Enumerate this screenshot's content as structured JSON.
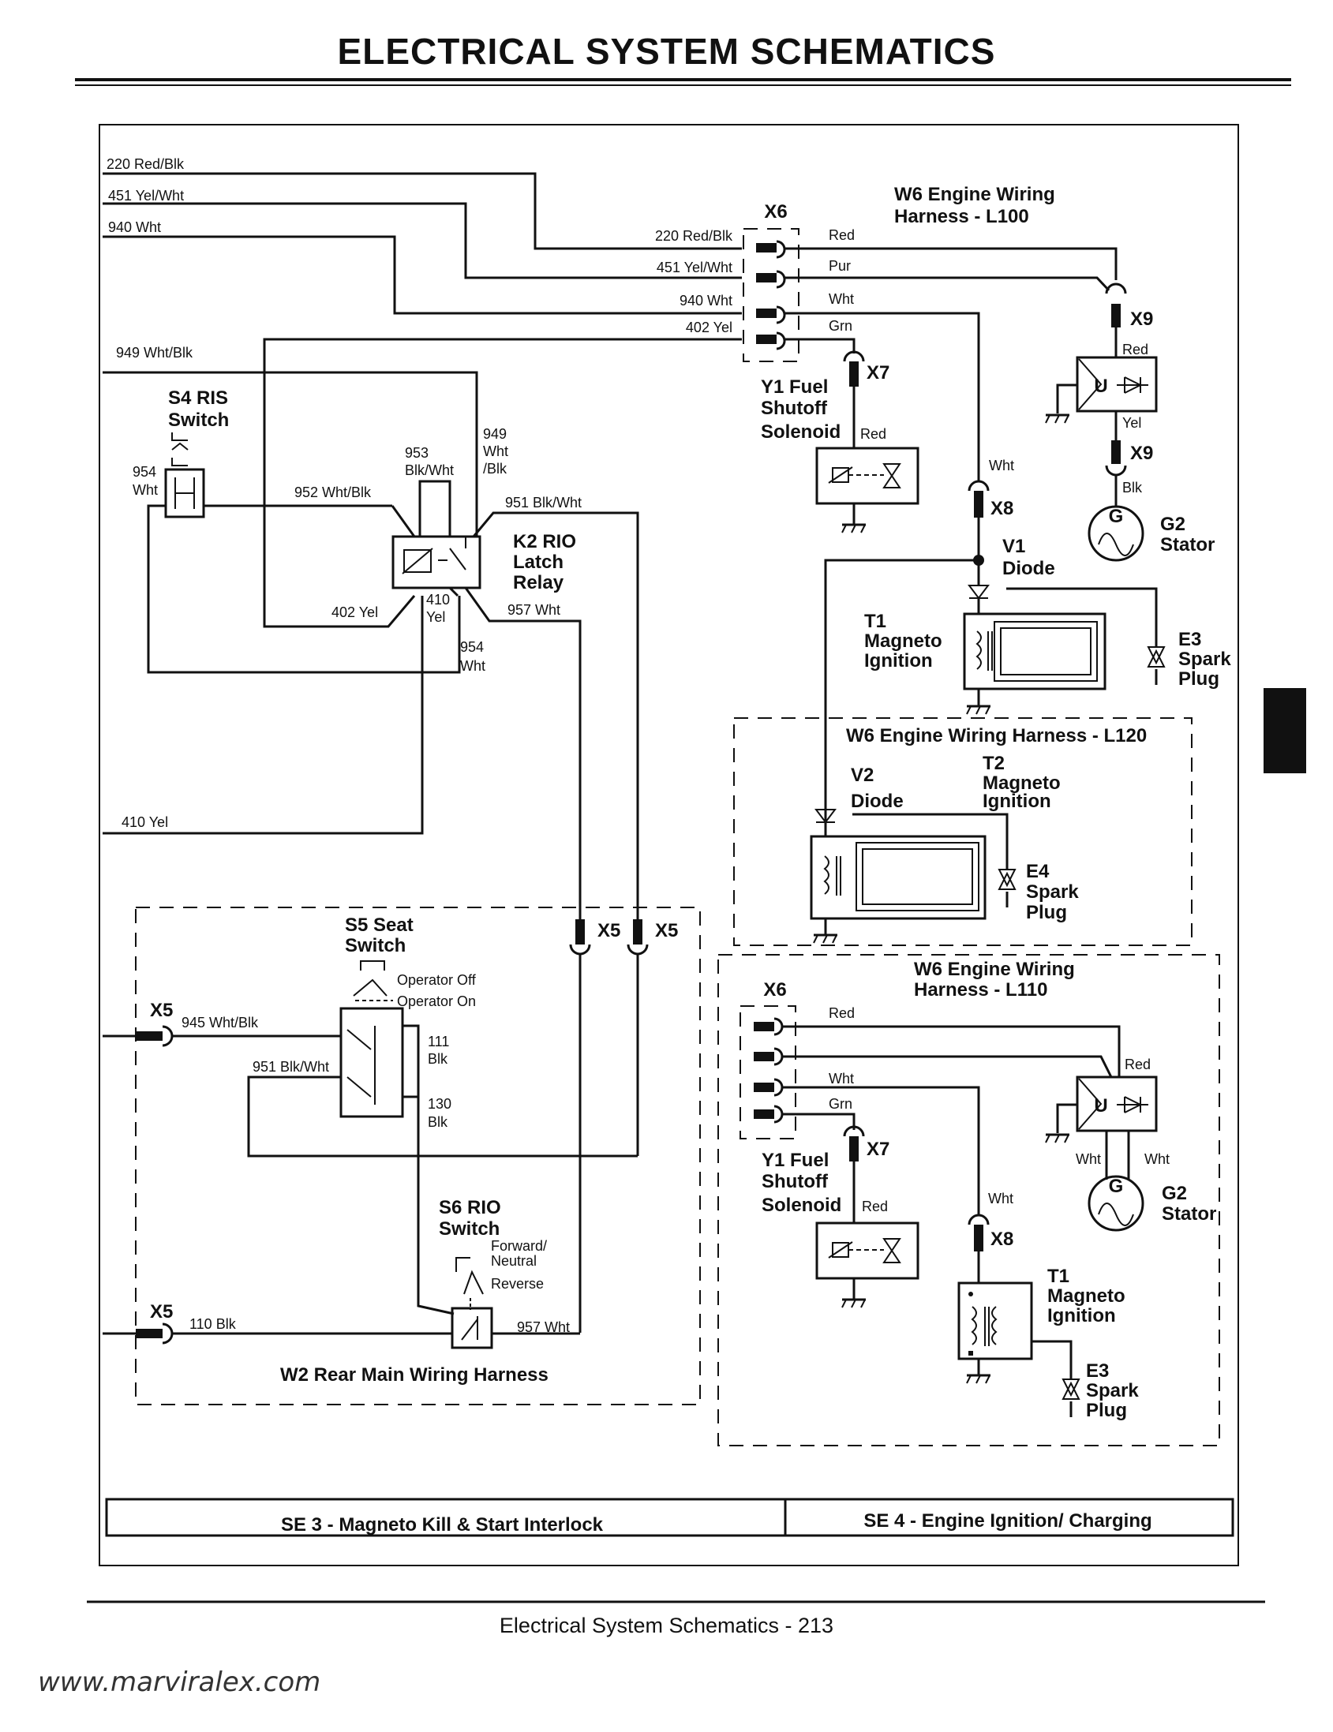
{
  "page": {
    "title": "ELECTRICAL   SYSTEM SCHEMATICS",
    "footer": "Electrical   System Schematics  - 213",
    "watermark": "www.marviralex.com"
  },
  "sections": {
    "left_caption": "SE 3 - Magneto Kill & Start Interlock",
    "right_caption": "SE 4 - Engine Ignition/ Charging"
  },
  "harnesses": {
    "w6_l100": [
      "W6 Engine Wiring",
      "Harness - L100"
    ],
    "w6_l120": "W6 Engine Wiring Harness - L120",
    "w6_l110": [
      "W6 Engine Wiring",
      "Harness - L110"
    ],
    "w2_rear": "W2 Rear Main Wiring Harness"
  },
  "wires_left": {
    "w220": "220 Red/Blk",
    "w451": "451 Yel/Wht",
    "w940": "940 Wht",
    "w949": "949 Wht/Blk",
    "w410": "410 Yel"
  },
  "x6_top": {
    "name": "X6",
    "left_labels": [
      "220 Red/Blk",
      "451 Yel/Wht",
      "940 Wht",
      "402 Yel"
    ],
    "right_labels": [
      "Red",
      "Pur",
      "Wht",
      "Grn"
    ]
  },
  "x6_bottom": {
    "name": "X6",
    "right_labels": [
      "Red",
      "Wht",
      "Grn"
    ]
  },
  "components": {
    "s4": [
      "S4 RIS",
      "Switch"
    ],
    "s4_wire": [
      "954",
      "Wht"
    ],
    "k2": [
      "K2 RIO",
      "Latch",
      "Relay"
    ],
    "k2_wires": {
      "w953": [
        "953",
        "Blk/Wht"
      ],
      "w949": [
        "949",
        "Wht",
        "/Blk"
      ],
      "w952": "952 Wht/Blk",
      "w951": "951 Blk/Wht",
      "w402": "402 Yel",
      "w410": [
        "410",
        "Yel"
      ],
      "w957": "957 Wht",
      "w954": [
        "954",
        "Wht"
      ]
    },
    "y1_top": [
      "Y1 Fuel",
      "Shutoff",
      "Solenoid"
    ],
    "y1_top_wire": "Red",
    "x7": "X7",
    "x9": "X9",
    "x8": "X8",
    "x5": "X5",
    "v1": [
      "V1",
      "Diode"
    ],
    "t1": [
      "T1",
      "Magneto",
      "Ignition"
    ],
    "e3": [
      "E3",
      "Spark",
      "Plug"
    ],
    "g2": [
      "G2",
      "Stator"
    ],
    "v2": [
      "V2",
      "Diode"
    ],
    "t2": [
      "T2",
      "Magneto",
      "Ignition"
    ],
    "e4": [
      "E4",
      "Spark",
      "Plug"
    ],
    "s5": [
      "S5 Seat",
      "Switch"
    ],
    "s5_states": [
      "Operator Off",
      "Operator On"
    ],
    "s5_wires": {
      "w945": "945 Wht/Blk",
      "w951": "951 Blk/Wht",
      "w111": [
        "111",
        "Blk"
      ],
      "w130": [
        "130",
        "Blk"
      ]
    },
    "s6": [
      "S6 RIO",
      "Switch"
    ],
    "s6_states": [
      "Forward/",
      "Neutral",
      "Reverse"
    ],
    "s6_wires": {
      "w110": "110 Blk",
      "w957": "957 Wht"
    },
    "misc": {
      "red": "Red",
      "yel": "Yel",
      "blk": "Blk",
      "wht": "Wht"
    }
  }
}
